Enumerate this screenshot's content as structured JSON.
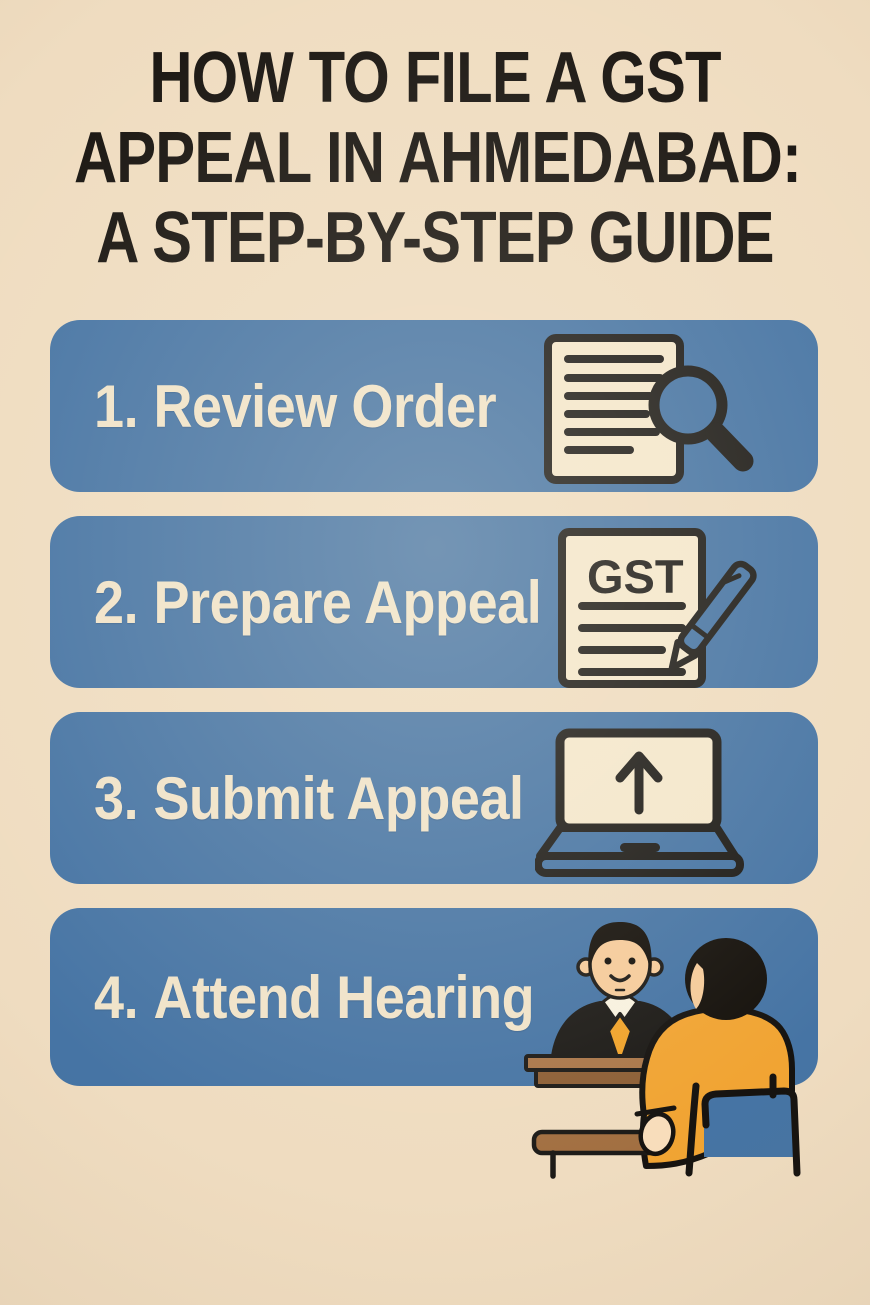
{
  "title": {
    "line1": "HOW TO FILE A GST",
    "line2": "APPEAL IN AHMEDABAD:",
    "line3": "A STEP-BY-STEP GUIDE"
  },
  "steps": [
    {
      "number": "1.",
      "label": "Review Order",
      "icon": "document-with-magnifier-icon"
    },
    {
      "number": "2.",
      "label": "Prepare Appeal",
      "icon": "gst-document-with-pen-icon",
      "document_text": "GST"
    },
    {
      "number": "3.",
      "label": "Submit Appeal",
      "icon": "laptop-upload-icon"
    },
    {
      "number": "4.",
      "label": "Attend Hearing",
      "icon": "hearing-scene-illustration"
    }
  ],
  "colors": {
    "background_cream": "#EFDCC0",
    "card_blue": "#4674A4",
    "card_text_cream": "#F0E3C9",
    "title_black": "#17130F",
    "outline_black": "#1C1A17",
    "paper_cream": "#F4E7CC",
    "accent_orange": "#F0A32B",
    "skin_tone": "#F5CB9B",
    "skin_light": "#F8DDBB",
    "desk_brown": "#AA774A",
    "desk_brown_dark": "#8D5F36",
    "bench_brown": "#A26F41"
  }
}
